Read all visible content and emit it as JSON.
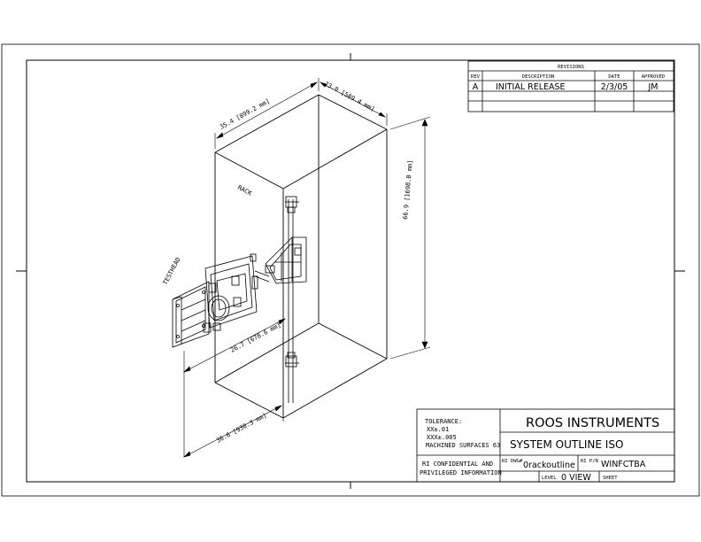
{
  "revisions": {
    "title": "REVISIONS",
    "headers": {
      "rev": "REV",
      "description": "DESCRIPTION",
      "date": "DATE",
      "approved": "APPROVED"
    },
    "rows": [
      {
        "rev": "A",
        "description": "INITIAL RELEASE",
        "date": "2/3/05",
        "approved": "JM"
      }
    ]
  },
  "labels": {
    "rack": "RACK",
    "testhead": "TESTHEAD"
  },
  "dimensions": {
    "width": "35.4 [899.2 mm]",
    "depth": "23.0 [589.4 mm]",
    "height": "66.9 [1698.0 mm]",
    "testhead_span": "26.7 [678.6 mm]",
    "overall_depth": "36.6 [930.3 mm]"
  },
  "title_block": {
    "tolerance_label": "TOLERANCE:",
    "tolerance_xx": "XX±.01",
    "tolerance_xxx": "XXX±.005",
    "machined": "MACHINED SURFACES 63",
    "company": "ROOS INSTRUMENTS",
    "drawing_title": "SYSTEM OUTLINE ISO",
    "confidential_1": "RI CONFIDENTIAL AND",
    "confidential_2": "PRIVILEGED INFORMATION",
    "ri_dwg_label": "RI DWG#",
    "ri_dwg_value": "0rackoutline",
    "ri_pn_label": "RI P/N",
    "ri_pn_value": "WINFCTBA",
    "level_label": "LEVEL",
    "level_value": "0 VIEW",
    "sheet_label": "SHEET",
    "sheet_value": ""
  }
}
